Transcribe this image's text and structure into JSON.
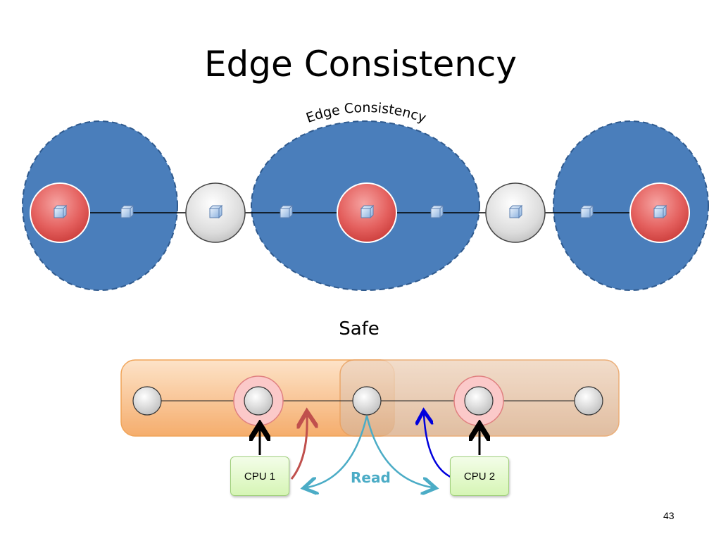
{
  "slide": {
    "title": "Edge Consistency",
    "scope_label": "Edge Consistency",
    "safe_label": "Safe",
    "cpu1_label": "CPU 1",
    "cpu2_label": "CPU 2",
    "read_label": "Read",
    "page_number": "43"
  },
  "colors": {
    "scope_fill": "#4a7ebb",
    "red_vertex": "#d9403f",
    "gray_vertex": "#d9d9d9",
    "orange_region": "#f6b77b",
    "read_arrow": "#4bacc6",
    "cpu1_arrow": "#c0504d",
    "cpu2_arrow": "#0000dd"
  }
}
